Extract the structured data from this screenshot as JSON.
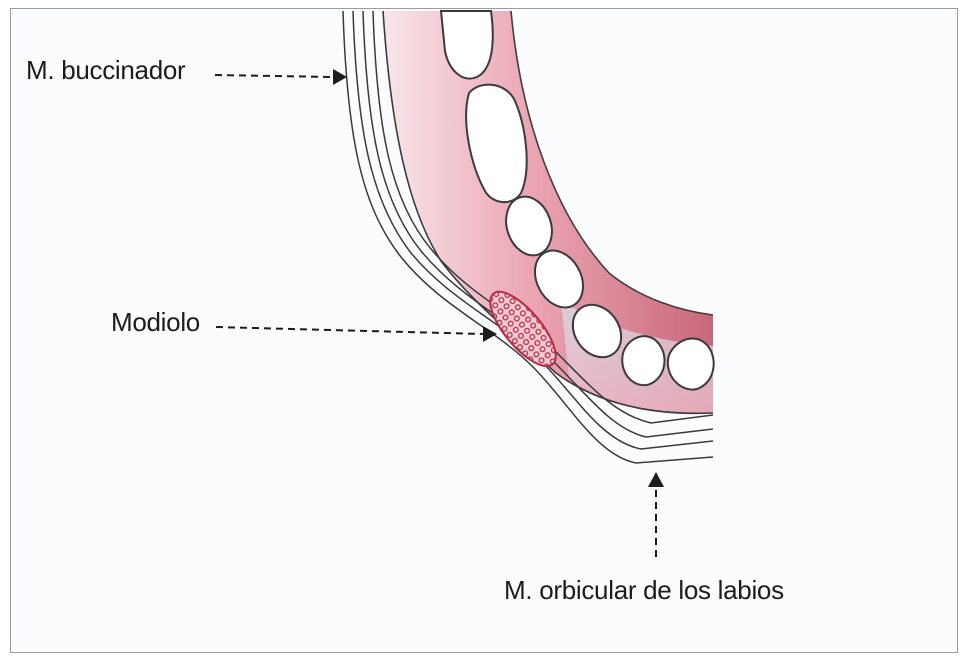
{
  "labels": {
    "buccinator": "M. buccinador",
    "modiolus": "Modiolo",
    "orbicularis": "M. orbicular de los labios"
  },
  "colors": {
    "gum_light": "#f6dde2",
    "gum_mid": "#eaa4b1",
    "gum_deep": "#b4505f",
    "tooth_fill": "#ffffff",
    "outline": "#3a3a3a",
    "modiolus": "#c23b55",
    "text": "#1c1c1c"
  },
  "icons": {
    "arrow": "arrowhead-right",
    "arrow_up": "arrowhead-up"
  }
}
